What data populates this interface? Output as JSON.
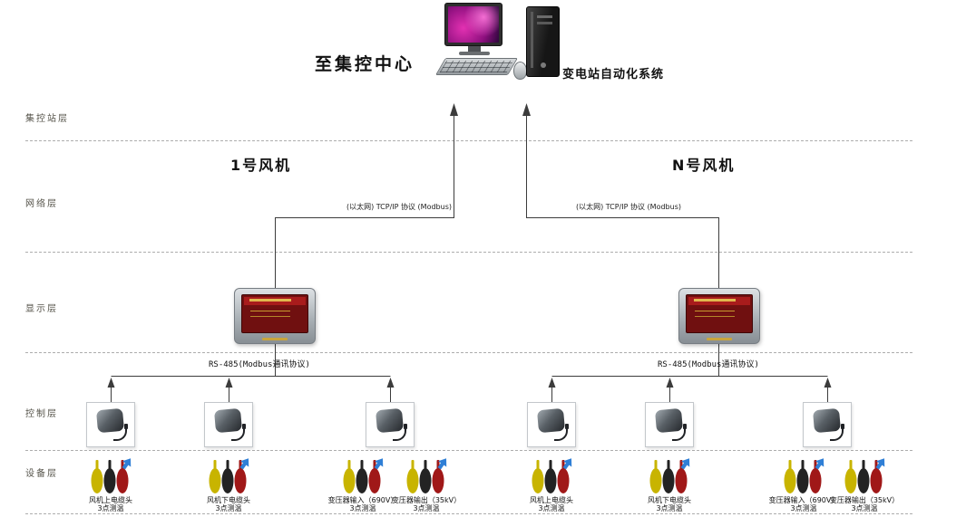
{
  "header": {
    "to_control_center": "至集控中心",
    "substation_system": "变电站自动化系统"
  },
  "layers": {
    "station": "集控站层",
    "network": "网络层",
    "display": "显示层",
    "control": "控制层",
    "device": "设备层"
  },
  "groups": [
    {
      "name": "1号风机",
      "ethernet_label": "(以太网) TCP/IP 协议 (Modbus)",
      "rs485_label": "RS-485(Modbus通讯协议)",
      "devices": [
        {
          "name": "风机上电缆头",
          "detail": "3点测温"
        },
        {
          "name": "风机下电缆头",
          "detail": "3点测温"
        },
        {
          "name": "变压器输入（690V）",
          "detail": "3点测温"
        },
        {
          "name": "变压器输出（35kV）",
          "detail": "3点测温"
        }
      ]
    },
    {
      "name": "N号风机",
      "ethernet_label": "(以太网) TCP/IP 协议 (Modbus)",
      "rs485_label": "RS-485(Modbus通讯协议)",
      "devices": [
        {
          "name": "风机上电缆头",
          "detail": "3点测温"
        },
        {
          "name": "风机下电缆头",
          "detail": "3点测温"
        },
        {
          "name": "变压器输入（690V）",
          "detail": "3点测温"
        },
        {
          "name": "变压器输出（35kV）",
          "detail": "3点测温"
        }
      ]
    }
  ],
  "icons": {
    "computer": "desktop-computer-with-tower",
    "hmi": "touch-screen-display",
    "controller": "temperature-controller-sensor",
    "cable_head": "three-phase-cable-head",
    "pointer": "blue-arrow"
  },
  "colors": {
    "screen_red": "#701010",
    "monitor_magenta": "#e331b2",
    "bushing_yellow": "#c8b400",
    "bushing_black": "#232323",
    "bushing_red": "#a01818",
    "arrow_blue": "#2f7fd6",
    "line": "#3c3c3c"
  }
}
